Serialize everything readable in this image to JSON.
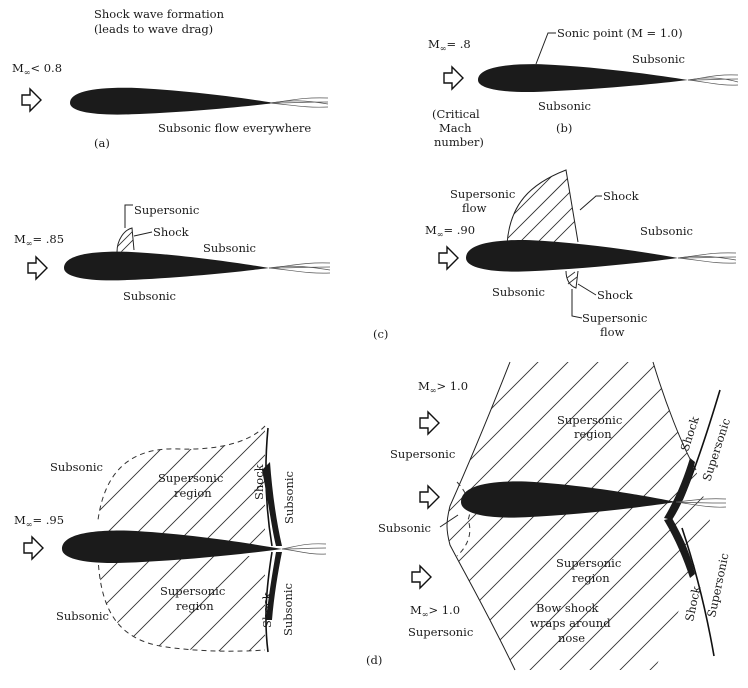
{
  "panel_a": {
    "title_line1": "Shock wave formation",
    "title_line2": "(leads to wave drag)",
    "mach_prefix": "M",
    "mach_sub": "∞",
    "mach_value": "< 0.8",
    "flow_label": "Subsonic flow everywhere",
    "tag": "(a)"
  },
  "panel_b": {
    "mach_prefix": "M",
    "mach_sub": "∞",
    "mach_value": "= .8",
    "sonic_point": "Sonic point (M = 1.0)",
    "subsonic_upper": "Subsonic",
    "subsonic_lower": "Subsonic",
    "critical_line1": "(Critical",
    "critical_line2": "Mach",
    "critical_line3": "number)",
    "tag": "(b)"
  },
  "panel_c1": {
    "mach_prefix": "M",
    "mach_sub": "∞",
    "mach_value": "= .85",
    "supersonic": "Supersonic",
    "shock": "Shock",
    "subsonic_right": "Subsonic",
    "subsonic_lower": "Subsonic"
  },
  "panel_c2": {
    "mach_prefix": "M",
    "mach_sub": "∞",
    "mach_value": "= .90",
    "supersonic_flow_top_1": "Supersonic",
    "supersonic_flow_top_2": "flow",
    "shock_top": "Shock",
    "subsonic_right": "Subsonic",
    "subsonic_lower": "Subsonic",
    "shock_bottom": "Shock",
    "supersonic_flow_bottom_1": "Supersonic",
    "supersonic_flow_bottom_2": "flow",
    "tag": "(c)"
  },
  "panel_d1": {
    "mach_prefix": "M",
    "mach_sub": "∞",
    "mach_value": "= .95",
    "subsonic_top": "Subsonic",
    "region_top_1": "Supersonic",
    "region_top_2": "region",
    "shock_top": "Shock",
    "subsonic_top_right": "Subsonic",
    "region_bottom_1": "Supersonic",
    "region_bottom_2": "region",
    "shock_bottom": "Shock",
    "subsonic_bottom_right": "Subsonic",
    "subsonic_bottom": "Subsonic"
  },
  "panel_d2": {
    "mach_top_prefix": "M",
    "mach_top_sub": "∞",
    "mach_top_value": "> 1.0",
    "supersonic_left_top": "Supersonic",
    "region_top_1": "Supersonic",
    "region_top_2": "region",
    "shock_top": "Shock",
    "supersonic_right_top": "Supersonic",
    "subsonic_nose": "Subsonic",
    "region_bottom_1": "Supersonic",
    "region_bottom_2": "region",
    "shock_bottom": "Shock",
    "supersonic_right_bottom": "Supersonic",
    "mach_bottom_prefix": "M",
    "mach_bottom_sub": "∞",
    "mach_bottom_value": "> 1.0",
    "supersonic_left_bottom": "Supersonic",
    "bow_1": "Bow shock",
    "bow_2": "wraps around",
    "bow_3": "nose",
    "tag": "(d)"
  }
}
